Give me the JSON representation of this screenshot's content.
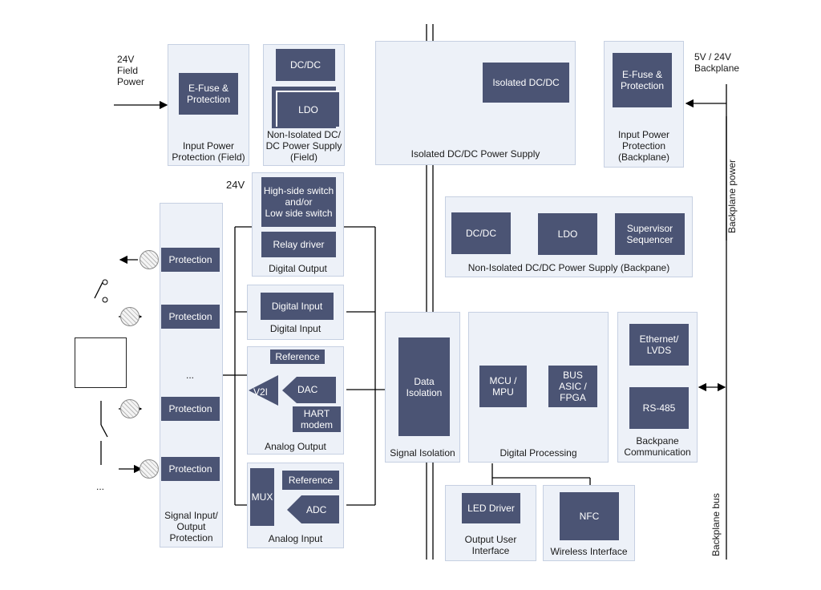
{
  "field_power_label": "24V\nField\nPower",
  "backplane_power_label": "5V / 24V\nBackplane",
  "backplane_power_vertical": "Backplane power",
  "backplane_bus_vertical": "Backplane bus",
  "label_24v": "24V",
  "input_power_field": {
    "block": "E-Fuse &\nProtection",
    "caption": "Input Power\nProtection (Field)"
  },
  "nonisolated_field": {
    "block1": "DC/DC",
    "block2": "LDO",
    "caption": "Non-Isolated DC/\nDC Power Supply\n(Field)"
  },
  "isolated_supply": {
    "block": "Isolated DC/DC",
    "caption": "Isolated DC/DC Power Supply"
  },
  "input_power_backplane": {
    "block": "E-Fuse &\nProtection",
    "caption": "Input Power\nProtection\n(Backplane)"
  },
  "nonisolated_backplane": {
    "block1": "DC/DC",
    "block2": "LDO",
    "block3": "Supervisor\nSequencer",
    "caption": "Non-Isolated DC/DC Power Supply (Backpane)"
  },
  "digital_output": {
    "block1": "High-side switch\nand/or\nLow side switch",
    "block2": "Relay driver",
    "caption": "Digital Output"
  },
  "digital_input": {
    "block": "Digital Input",
    "caption": "Digital Input"
  },
  "analog_output": {
    "reference": "Reference",
    "v2i": "V2I",
    "dac": "DAC",
    "hart": "HART\nmodem",
    "caption": "Analog Output"
  },
  "analog_input": {
    "mux": "MUX",
    "reference": "Reference",
    "adc": "ADC",
    "caption": "Analog Input"
  },
  "signal_protection": {
    "items": [
      "Protection",
      "Protection",
      "Protection",
      "Protection"
    ],
    "ellipsis": "...",
    "caption": "Signal Input/\nOutput\nProtection"
  },
  "left_ellipsis": "...",
  "signal_isolation": {
    "block": "Data\nIsolation",
    "caption": "Signal Isolation"
  },
  "digital_processing": {
    "block1": "MCU /\nMPU",
    "block2": "BUS\nASIC /\nFPGA",
    "caption": "Digital Processing"
  },
  "backplane_comm": {
    "block1": "Ethernet/\nLVDS",
    "block2": "RS-485",
    "caption": "Backpane\nCommunication"
  },
  "output_ui": {
    "block": "LED Driver",
    "caption": "Output User\nInterface"
  },
  "wireless": {
    "block": "NFC",
    "caption": "Wireless Interface"
  }
}
